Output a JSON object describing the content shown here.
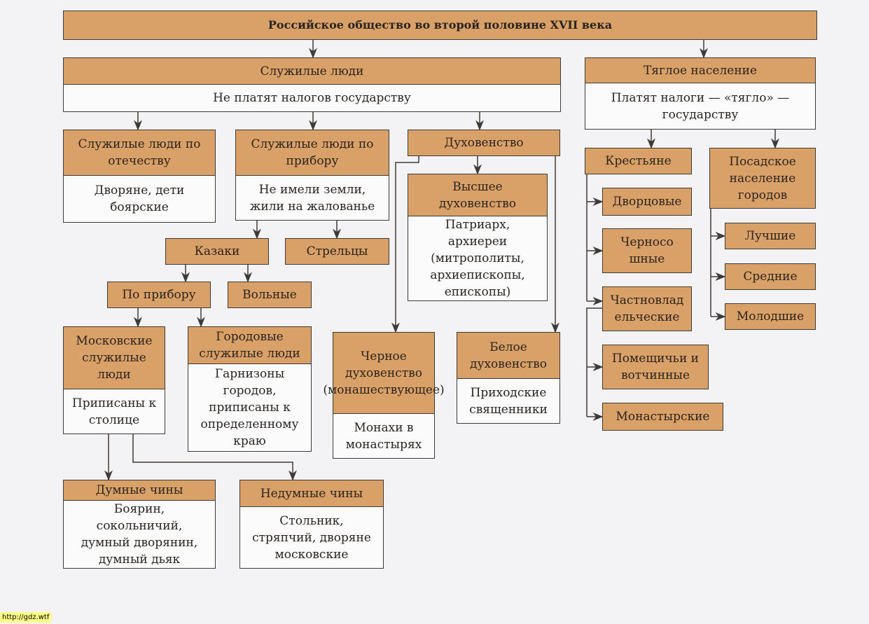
{
  "title": "Российское общество во второй половине XVII века",
  "serving": {
    "title": "Служилые люди",
    "desc": "Не платят налогов государству"
  },
  "taxed": {
    "title": "Тяглое население",
    "desc": "Платят налоги — «тягло» — государству"
  },
  "fatherland": {
    "title": "Служилые люди по отечеству",
    "desc": "Дворяне, дети боярские"
  },
  "instrument": {
    "title": "Служилые люди по прибору",
    "desc": "Не имели земли, жили на жалованье"
  },
  "clergy": {
    "title": "Духовенство"
  },
  "high_clergy": {
    "title": "Высшее духовенство",
    "desc": "Патриарх, архиереи (митрополиты, архиепископы, епископы)"
  },
  "cossacks": {
    "title": "Казаки"
  },
  "streltsy": {
    "title": "Стрельцы"
  },
  "by_instrument": {
    "title": "По прибору"
  },
  "free": {
    "title": "Вольные"
  },
  "moscow": {
    "title": "Московские служилые люди",
    "desc": "Приписаны к столице"
  },
  "town": {
    "title": "Городовые служилые люди",
    "desc": "Гарнизоны городов, приписаны к определенному краю"
  },
  "black_clergy": {
    "title": "Черное духовенство (монашествующее)",
    "desc": "Монахи в монастырях"
  },
  "white_clergy": {
    "title": "Белое духовенство",
    "desc": "Приходские священники"
  },
  "duma": {
    "title": "Думные чины",
    "desc": "Боярин, сокольничий, думный дворянин, думный дьяк"
  },
  "non_duma": {
    "title": "Недумные чины",
    "desc": "Стольник, стряпчий, дворяне московские"
  },
  "peasants": {
    "title": "Крестьяне"
  },
  "posad": {
    "title": "Посадское население городов"
  },
  "palace": {
    "title": "Дворцовые"
  },
  "black_sown": {
    "title": "Черносошные"
  },
  "private": {
    "title": "Частновладельческие"
  },
  "landlord": {
    "title": "Помещичьи и вотчинные"
  },
  "monastery": {
    "title": "Монастырские"
  },
  "best": {
    "title": "Лучшие"
  },
  "middle": {
    "title": "Средние"
  },
  "younger": {
    "title": "Молодшие"
  },
  "footer": "http://gdz.wtf"
}
